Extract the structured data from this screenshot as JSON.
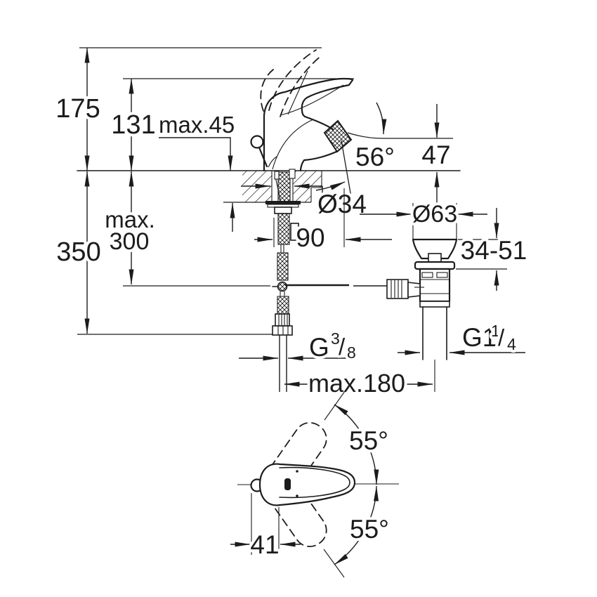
{
  "meta": {
    "description": "Installation dimension drawing of a single-lever bidet mixer with pop-up waste"
  },
  "colors": {
    "ink": "#1c1c1c",
    "background": "#ffffff"
  },
  "side_view": {
    "dims": {
      "overall_height": "175",
      "spout_height": "131",
      "deck_thickness": "max.45",
      "spray_angle": "56°",
      "outlet_height": "47",
      "hole_diameter": "Ø34",
      "spout_reach": "90",
      "waste_flange_diameter": "Ø63",
      "waste_deck_range": "34-51",
      "rod_depth_line1": "max.",
      "rod_depth_line2": "300",
      "hose_length": "350",
      "center_distance": "max.180",
      "supply_thread": {
        "g": "G",
        "sup": "3",
        "slash": "/",
        "sub": "8"
      },
      "waste_thread": {
        "g": "G1",
        "sup": "1",
        "slash": "/",
        "sub": "4"
      }
    }
  },
  "top_view": {
    "dims": {
      "swing_up": "55°",
      "swing_down": "55°",
      "handle_offset": "41"
    }
  }
}
